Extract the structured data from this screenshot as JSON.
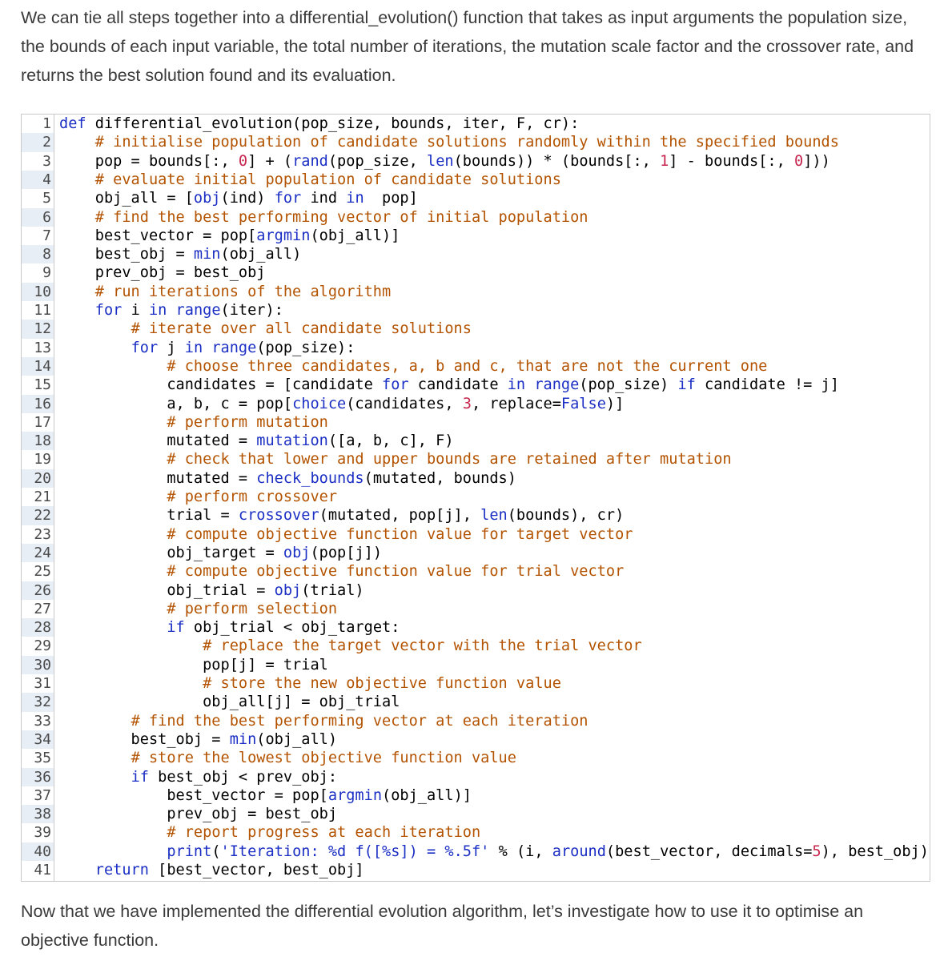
{
  "intro": "We can tie all steps together into a differential_evolution() function that takes as input arguments the population size, the bounds of each input variable, the total number of iterations, the mutation scale factor and the crossover rate, and returns the best solution found and its evaluation.",
  "outro": "Now that we have implemented the differential evolution algorithm, let’s investigate how to use it to optimise an objective function.",
  "code": [
    {
      "n": "1",
      "segs": [
        [
          "kw",
          "def "
        ],
        [
          "",
          "differential_evolution(pop_size, bounds, iter, F, cr):"
        ]
      ]
    },
    {
      "n": "2",
      "segs": [
        [
          "",
          "    "
        ],
        [
          "cm",
          "# initialise population of candidate solutions randomly within the specified bounds"
        ]
      ]
    },
    {
      "n": "3",
      "segs": [
        [
          "",
          "    pop = bounds[:, "
        ],
        [
          "num-lit",
          "0"
        ],
        [
          "",
          "] + ("
        ],
        [
          "fn",
          "rand"
        ],
        [
          "",
          "(pop_size, "
        ],
        [
          "fn",
          "len"
        ],
        [
          "",
          "(bounds)) * (bounds[:, "
        ],
        [
          "num-lit",
          "1"
        ],
        [
          "",
          "] - bounds[:, "
        ],
        [
          "num-lit",
          "0"
        ],
        [
          "",
          "]))"
        ]
      ]
    },
    {
      "n": "4",
      "segs": [
        [
          "",
          "    "
        ],
        [
          "cm",
          "# evaluate initial population of candidate solutions"
        ]
      ]
    },
    {
      "n": "5",
      "segs": [
        [
          "",
          "    obj_all = ["
        ],
        [
          "fn",
          "obj"
        ],
        [
          "",
          "(ind) "
        ],
        [
          "kw",
          "for"
        ],
        [
          "",
          " ind "
        ],
        [
          "kw",
          "in"
        ],
        [
          "",
          "  pop]"
        ]
      ]
    },
    {
      "n": "6",
      "segs": [
        [
          "",
          "    "
        ],
        [
          "cm",
          "# find the best performing vector of initial population"
        ]
      ]
    },
    {
      "n": "7",
      "segs": [
        [
          "",
          "    best_vector = pop["
        ],
        [
          "fn",
          "argmin"
        ],
        [
          "",
          "(obj_all)]"
        ]
      ]
    },
    {
      "n": "8",
      "segs": [
        [
          "",
          "    best_obj = "
        ],
        [
          "fn",
          "min"
        ],
        [
          "",
          "(obj_all)"
        ]
      ]
    },
    {
      "n": "9",
      "segs": [
        [
          "",
          "    prev_obj = best_obj"
        ]
      ]
    },
    {
      "n": "10",
      "segs": [
        [
          "",
          "    "
        ],
        [
          "cm",
          "# run iterations of the algorithm"
        ]
      ]
    },
    {
      "n": "11",
      "segs": [
        [
          "",
          "    "
        ],
        [
          "kw",
          "for"
        ],
        [
          "",
          " i "
        ],
        [
          "kw",
          "in"
        ],
        [
          "fn",
          " range"
        ],
        [
          "",
          "(iter):"
        ]
      ]
    },
    {
      "n": "12",
      "segs": [
        [
          "",
          "        "
        ],
        [
          "cm",
          "# iterate over all candidate solutions"
        ]
      ]
    },
    {
      "n": "13",
      "segs": [
        [
          "",
          "        "
        ],
        [
          "kw",
          "for"
        ],
        [
          "",
          "",
          " j "
        ],
        [
          "kw",
          "in"
        ],
        [
          "fn",
          " range"
        ],
        [
          "",
          "(pop_size):"
        ]
      ]
    },
    {
      "n": "14",
      "segs": [
        [
          "",
          "            "
        ],
        [
          "cm",
          "# choose three candidates, a, b and c, that are not the current one"
        ]
      ]
    },
    {
      "n": "15",
      "segs": [
        [
          "",
          "            candidates = [candidate "
        ],
        [
          "kw",
          "for"
        ],
        [
          "",
          "",
          " candidate "
        ],
        [
          "kw",
          "in"
        ],
        [
          "fn",
          " range"
        ],
        [
          "",
          "(pop_size) "
        ],
        [
          "kw",
          "if"
        ],
        [
          "",
          "",
          " candidate != j]"
        ]
      ]
    },
    {
      "n": "16",
      "segs": [
        [
          "",
          "            a, b, c = pop["
        ],
        [
          "fn",
          "choice"
        ],
        [
          "",
          "(candidates, "
        ],
        [
          "num-lit",
          "3"
        ],
        [
          "",
          ", replace="
        ],
        [
          "kw",
          "False"
        ],
        [
          "",
          ")]"
        ]
      ]
    },
    {
      "n": "17",
      "segs": [
        [
          "",
          "            "
        ],
        [
          "cm",
          "# perform mutation"
        ]
      ]
    },
    {
      "n": "18",
      "segs": [
        [
          "",
          "            mutated = "
        ],
        [
          "fn",
          "mutation"
        ],
        [
          "",
          "([a, b, c], F)"
        ]
      ]
    },
    {
      "n": "19",
      "segs": [
        [
          "",
          "            "
        ],
        [
          "cm",
          "# check that lower and upper bounds are retained after mutation"
        ]
      ]
    },
    {
      "n": "20",
      "segs": [
        [
          "",
          "            mutated = "
        ],
        [
          "fn",
          "check_bounds"
        ],
        [
          "",
          "(mutated, bounds)"
        ]
      ]
    },
    {
      "n": "21",
      "segs": [
        [
          "",
          "            "
        ],
        [
          "cm",
          "# perform crossover"
        ]
      ]
    },
    {
      "n": "22",
      "segs": [
        [
          "",
          "            trial = "
        ],
        [
          "fn",
          "crossover"
        ],
        [
          "",
          "(mutated, pop[j], "
        ],
        [
          "fn",
          "len"
        ],
        [
          "",
          "(bounds), cr)"
        ]
      ]
    },
    {
      "n": "23",
      "segs": [
        [
          "",
          "            "
        ],
        [
          "cm",
          "# compute objective function value for target vector"
        ]
      ]
    },
    {
      "n": "24",
      "segs": [
        [
          "",
          "            obj_target = "
        ],
        [
          "fn",
          "obj"
        ],
        [
          "",
          "(pop[j])"
        ]
      ]
    },
    {
      "n": "25",
      "segs": [
        [
          "",
          "            "
        ],
        [
          "cm",
          "# compute objective function value for trial vector"
        ]
      ]
    },
    {
      "n": "26",
      "segs": [
        [
          "",
          "            obj_trial = "
        ],
        [
          "fn",
          "obj"
        ],
        [
          "",
          "(trial)"
        ]
      ]
    },
    {
      "n": "27",
      "segs": [
        [
          "",
          "            "
        ],
        [
          "cm",
          "# perform selection"
        ]
      ]
    },
    {
      "n": "28",
      "segs": [
        [
          "",
          "            "
        ],
        [
          "kw",
          "if"
        ],
        [
          "",
          "",
          " obj_trial < obj_target:"
        ]
      ]
    },
    {
      "n": "29",
      "segs": [
        [
          "",
          "                "
        ],
        [
          "cm",
          "# replace the target vector with the trial vector"
        ]
      ]
    },
    {
      "n": "30",
      "segs": [
        [
          "",
          "                pop[j] = trial"
        ]
      ]
    },
    {
      "n": "31",
      "segs": [
        [
          "",
          "                "
        ],
        [
          "cm",
          "# store the new objective function value"
        ]
      ]
    },
    {
      "n": "32",
      "segs": [
        [
          "",
          "                obj_all[j] = obj_trial"
        ]
      ]
    },
    {
      "n": "33",
      "segs": [
        [
          "",
          "        "
        ],
        [
          "cm",
          "# find the best performing vector at each iteration"
        ]
      ]
    },
    {
      "n": "34",
      "segs": [
        [
          "",
          "        best_obj = "
        ],
        [
          "fn",
          "min"
        ],
        [
          "",
          "(obj_all)"
        ]
      ]
    },
    {
      "n": "35",
      "segs": [
        [
          "",
          "        "
        ],
        [
          "cm",
          "# store the lowest objective function value"
        ]
      ]
    },
    {
      "n": "36",
      "segs": [
        [
          "",
          "        "
        ],
        [
          "kw",
          "if"
        ],
        [
          "",
          "",
          " best_obj < prev_obj:"
        ]
      ]
    },
    {
      "n": "37",
      "segs": [
        [
          "",
          "            best_vector = pop["
        ],
        [
          "fn",
          "argmin"
        ],
        [
          "",
          "(obj_all)]"
        ]
      ]
    },
    {
      "n": "38",
      "segs": [
        [
          "",
          "            prev_obj = best_obj"
        ]
      ]
    },
    {
      "n": "39",
      "segs": [
        [
          "",
          "            "
        ],
        [
          "cm",
          "# report progress at each iteration"
        ]
      ]
    },
    {
      "n": "40",
      "segs": [
        [
          "",
          "            "
        ],
        [
          "fn",
          "print"
        ],
        [
          "",
          "("
        ],
        [
          "str",
          "'Iteration: %d f([%s]) = %.5f'"
        ],
        [
          "",
          " % (i, "
        ],
        [
          "fn",
          "around"
        ],
        [
          "",
          "(best_vector, decimals="
        ],
        [
          "num-lit",
          "5"
        ],
        [
          "",
          "), best_obj))"
        ]
      ]
    },
    {
      "n": "41",
      "segs": [
        [
          "",
          "    "
        ],
        [
          "kw",
          "return"
        ],
        [
          "",
          "",
          " [best_vector, best_obj]"
        ]
      ]
    }
  ]
}
